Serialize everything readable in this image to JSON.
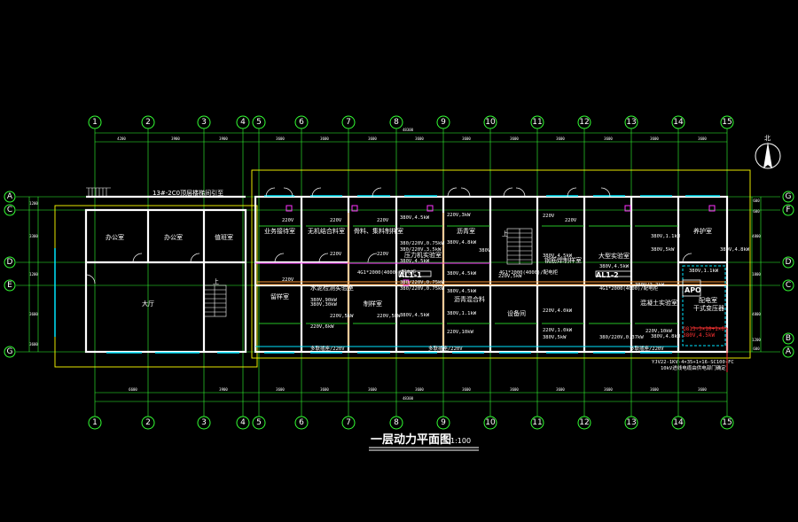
{
  "drawing": {
    "title": "一层动力平面图",
    "scale": "1:100",
    "north_symbol": "北",
    "stair_label": "上"
  },
  "axes": {
    "columns": [
      "1",
      "2",
      "3",
      "4",
      "5",
      "6",
      "7",
      "8",
      "9",
      "10",
      "11",
      "12",
      "13",
      "14",
      "15"
    ],
    "rows_left": [
      "A",
      "C",
      "D",
      "E",
      "G"
    ],
    "rows_right": [
      "G",
      "F",
      "D",
      "C",
      "B",
      "A"
    ]
  },
  "dimensions": {
    "top": [
      "4200",
      "3900",
      "3900",
      "3600",
      "3600",
      "3600",
      "3600",
      "3600",
      "3600",
      "3600",
      "3600",
      "3600",
      "3600",
      "3600"
    ],
    "bottom": [
      "6600",
      "3900",
      "3600",
      "3600",
      "3600",
      "3600",
      "3600",
      "3600",
      "3600",
      "3600",
      "3600",
      "3600"
    ],
    "total": "48300",
    "left": [
      "1200",
      "3300",
      "1200",
      "3600",
      "3600"
    ],
    "right": [
      "600",
      "600",
      "4800",
      "1800",
      "4800",
      "1200",
      "600"
    ]
  },
  "rooms": {
    "office1": "办公室",
    "office2": "办公室",
    "duty": "值班室",
    "hall": "大厅",
    "reception": "业务接待室",
    "inorganic": "无机结合料室",
    "aggregate": "骨料、集料制样室",
    "pressure": "压力机实验室",
    "asphalt": "沥青室",
    "cement_test": "水泥检测实验室",
    "curing": "留样室",
    "cement_storage": "制样室",
    "asphalt_mix": "沥青混合料",
    "equipment": "设备间",
    "steel": "钢筋焊制样室",
    "soil": "大型实验室",
    "concrete": "混凝土实验室",
    "guard": "养护室",
    "substation_title": "配电室",
    "substation_sub": "干式变压器"
  },
  "notes": {
    "stair_top": "13#-2C0顶层楼梯间引至",
    "cable_note": "YJV22-1KV-4×35+1×16-SC100-FC",
    "cable_note2": "10kV进线电缆由供电部门确定"
  },
  "panels": {
    "al1_1": "AL1-1",
    "al1_2": "AL1-2",
    "apo": "APO"
  },
  "circuits": {
    "c1": "220V",
    "c2": "220V",
    "c3": "220V",
    "c4": "220V",
    "c5": "220V",
    "c6": "380V,4.5kW",
    "c7": "220V,3kW",
    "c8": "220V",
    "c9": "380/220V,0.75kW",
    "c10": "380/220V,0.75kW",
    "c11": "380V,4.8kW",
    "c12": "380V",
    "c13": "220V",
    "c14": "380V,1.1kW",
    "c15": "380V,4.5kW",
    "c16": "380V,5kW",
    "c17": "220V",
    "c18": "380V/2.2kW",
    "c19": "220V,5kW",
    "c20": "380V,4.5kW",
    "c21": "380V,1.1kW",
    "c22": "220V,4.0kW",
    "c23": "380/220V,3.5kW",
    "c24": "380/220V,0.75kW",
    "c25": "380/220V,0.37kW",
    "c26": "380V,4.8kW",
    "c27": "380V,1.1kW",
    "c28": "380V,4.8kW",
    "c29": "220V,10kW",
    "c30": "220V,1.0kW",
    "c31": "380V,4.5kW",
    "c32": "380V,4.5kW",
    "c33": "380V,4.5kW",
    "c34": "220V,6kW",
    "c35": "380V,30kW",
    "c36": "380V,90kW",
    "c37": "220V,10kW",
    "c38": "380V,5kW",
    "c39": "220V,5kW",
    "c40": "380V,4.5kW",
    "c41": "220V,5kW",
    "trunk1": "多联插座/220V",
    "trunk2": "多联插座/220V",
    "trunk3": "多联插座/220V",
    "bus1": "4G1*2000(4000)/配电柜",
    "bus2": "4G1*2000(4000)/配电柜",
    "bus3": "4G1*2000(4000)/配电柜",
    "red1": "Q813-3×10+1×6",
    "red2": "380V,4.5kW"
  },
  "colors": {
    "wall": "#ffffff",
    "axis": "#33ff33",
    "grid": "#ffff00",
    "cyan": "#00e5ff",
    "magenta": "#ff33ff",
    "orange": "#ff9933",
    "red": "#ff3333",
    "green": "#33ff33"
  }
}
